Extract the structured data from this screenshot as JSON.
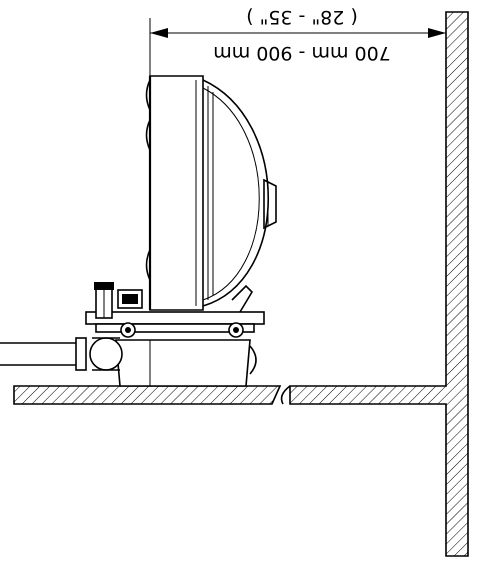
{
  "dimension": {
    "metric_label": "700 mm - 900 mm",
    "imperial_label": "( 28\" - 35\" )"
  },
  "colors": {
    "line": "#000000",
    "background": "#ffffff"
  },
  "icons": {
    "heater": "infrared-heater-side-view",
    "wall": "hatched-wall-section",
    "floor": "hatched-floor-section"
  }
}
